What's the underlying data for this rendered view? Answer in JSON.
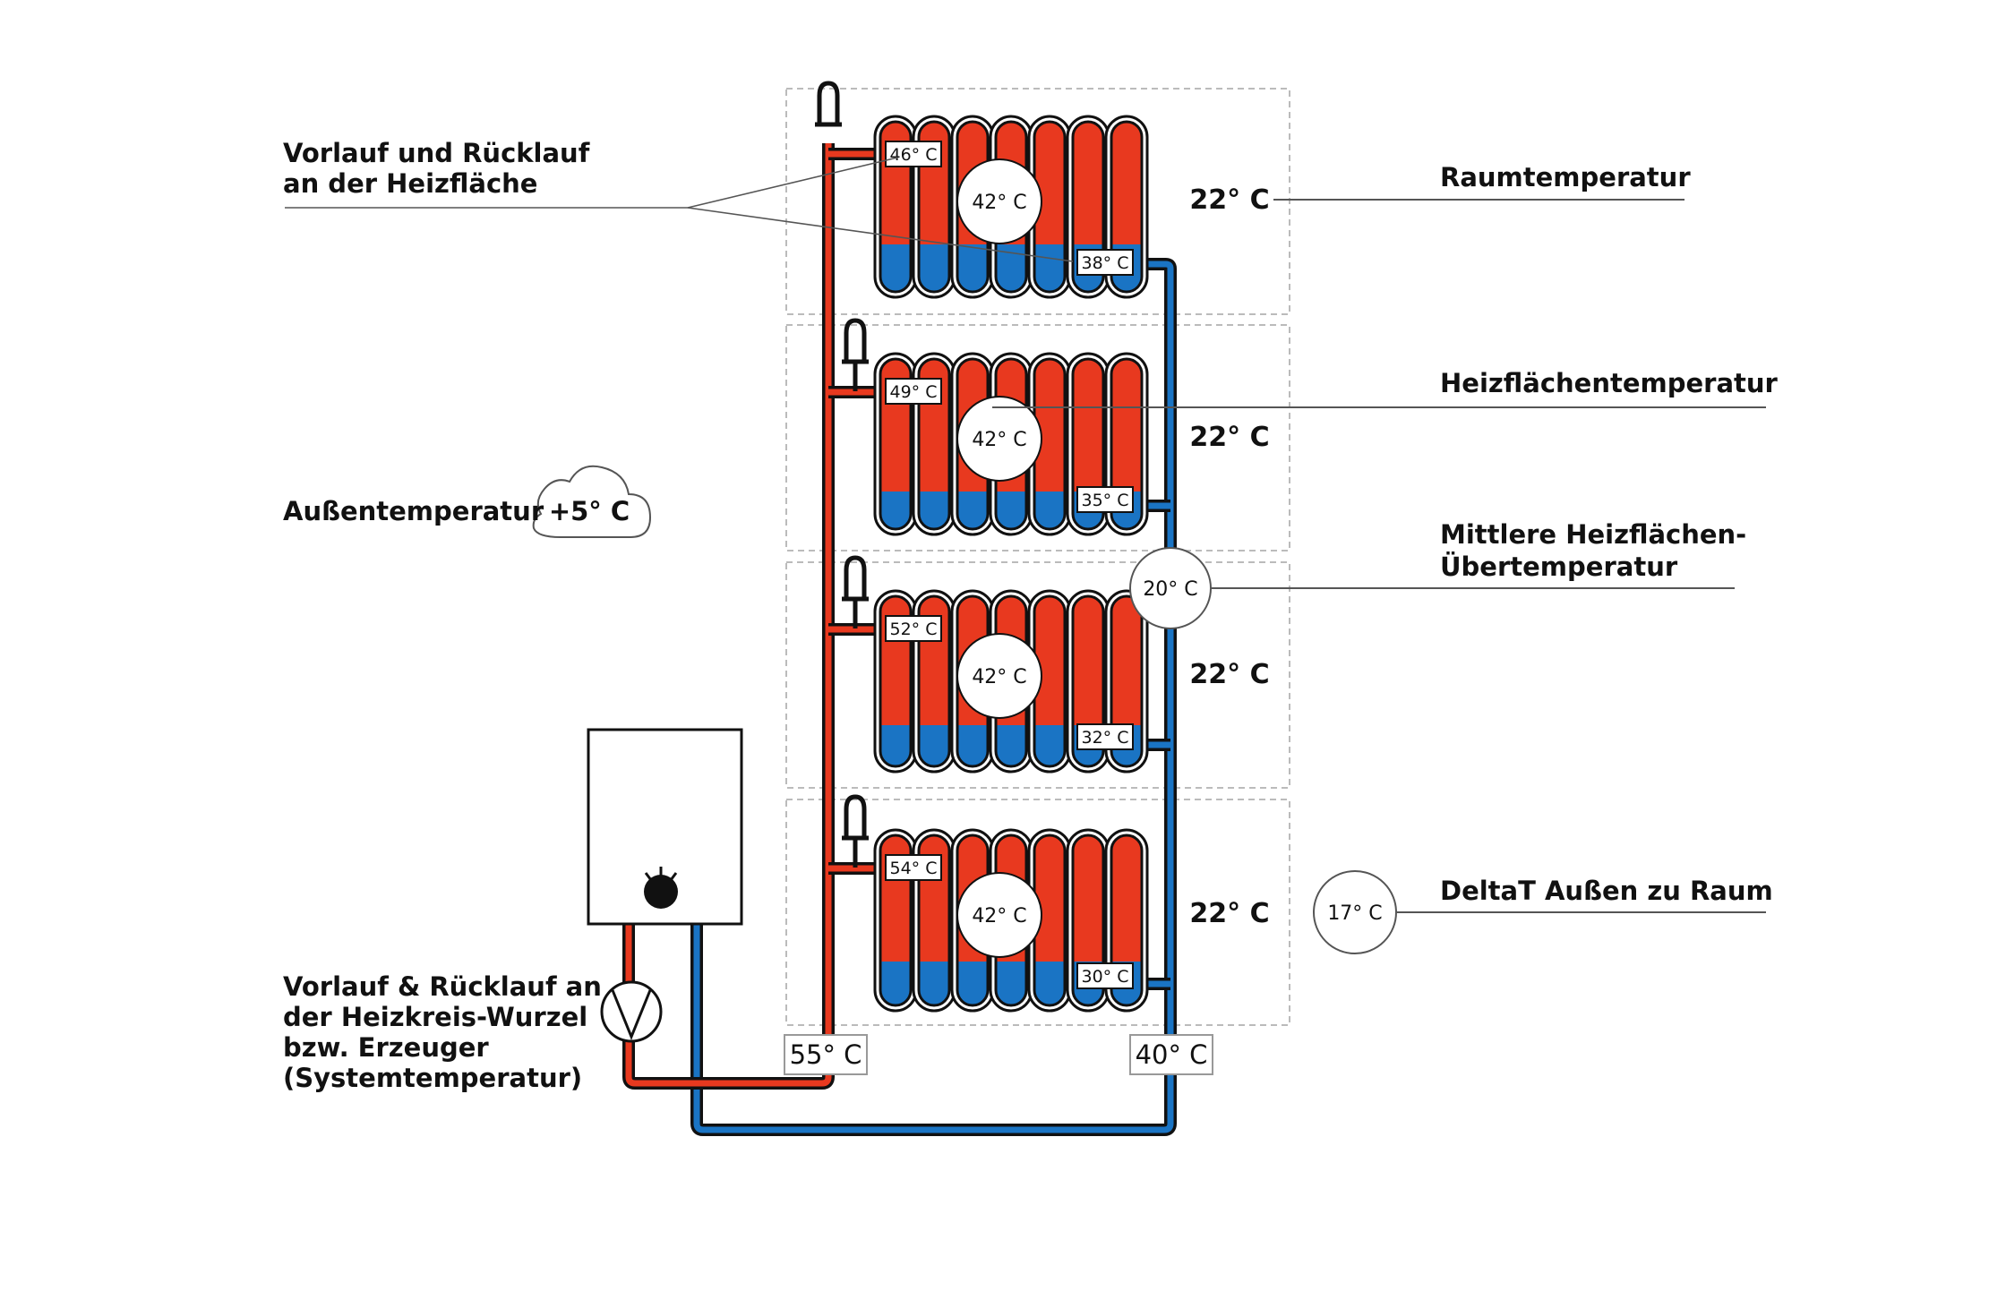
{
  "labels": {
    "vorlauf_ruecklauf_heizflaeche": [
      "Vorlauf und Rücklauf",
      "an der Heizfläche"
    ],
    "raumtemperatur": "Raumtemperatur",
    "heizflaechentemperatur": "Heizflächentemperatur",
    "mittlere_uebertemperatur": [
      "Mittlere Heizflächen-",
      "Übertemperatur"
    ],
    "aussentemperatur": "Außentemperatur",
    "delta_t": "DeltaT Außen zu Raum",
    "system": [
      "Vorlauf & Rücklauf an",
      "der Heizkreis-Wurzel",
      "bzw. Erzeuger",
      "(Systemtemperatur)"
    ]
  },
  "outside_temp": "+5° C",
  "mean_excess_temp": "20° C",
  "delta_temp": "17° C",
  "system_supply": "55° C",
  "system_return": "40° C",
  "floors": [
    {
      "supply": "46° C",
      "return": "38° C",
      "surface": "42° C",
      "room": "22° C",
      "red_fill": 0.72
    },
    {
      "supply": "49° C",
      "return": "35° C",
      "surface": "42° C",
      "room": "22° C",
      "red_fill": 0.78
    },
    {
      "supply": "52° C",
      "return": "32° C",
      "surface": "42° C",
      "room": "22° C",
      "red_fill": 0.76
    },
    {
      "supply": "54° C",
      "return": "30° C",
      "surface": "42° C",
      "room": "22° C",
      "red_fill": 0.74
    }
  ],
  "colors": {
    "supply": "#e8391f",
    "return": "#1a74c4",
    "outline": "#111111",
    "dashed": "#bbbbbb"
  }
}
